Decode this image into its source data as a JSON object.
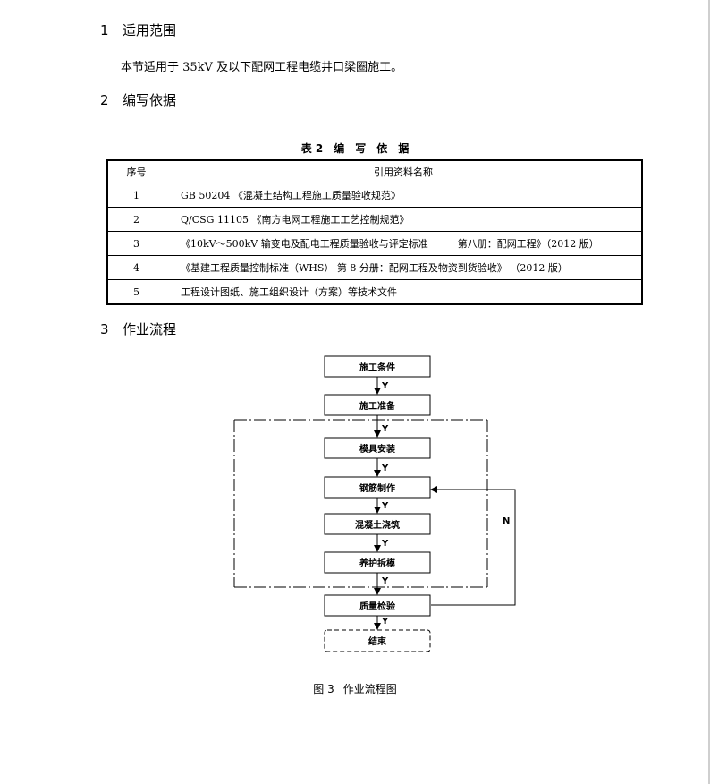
{
  "sections": [
    {
      "number": "1",
      "title": "适用范围"
    },
    {
      "number": "2",
      "title": "编写依据"
    },
    {
      "number": "3",
      "title": "作业流程"
    }
  ],
  "scope_text": "本节适用于 35kV 及以下配网工程电缆井口梁圈施工。",
  "table": {
    "caption": "表 2　编　写　依　据",
    "headers": [
      "序号",
      "引用资料名称"
    ],
    "rows": [
      {
        "no": "1",
        "name": "GB 50204 《混凝土结构工程施工质量验收规范》"
      },
      {
        "no": "2",
        "name": "Q/CSG 11105 《南方电网工程施工工艺控制规范》"
      },
      {
        "no": "3",
        "name": "《10kV～500kV 输变电及配电工程质量验收与评定标准　　　第八册：配网工程》（2012 版）"
      },
      {
        "no": "4",
        "name": "《基建工程质量控制标准（WHS） 第 8 分册：配网工程及物资到货验收》 （2012 版）"
      },
      {
        "no": "5",
        "name": "工程设计图纸、施工组织设计（方案）等技术文件"
      }
    ]
  },
  "flowchart": {
    "nodes": [
      "施工条件",
      "施工准备",
      "模具安装",
      "钢筋制作",
      "混凝土浇筑",
      "养护拆模",
      "质量检验",
      "结束"
    ],
    "yes_label": "Y",
    "no_label": "N"
  },
  "figure_caption": {
    "number": "图 3",
    "title": "作业流程图"
  }
}
